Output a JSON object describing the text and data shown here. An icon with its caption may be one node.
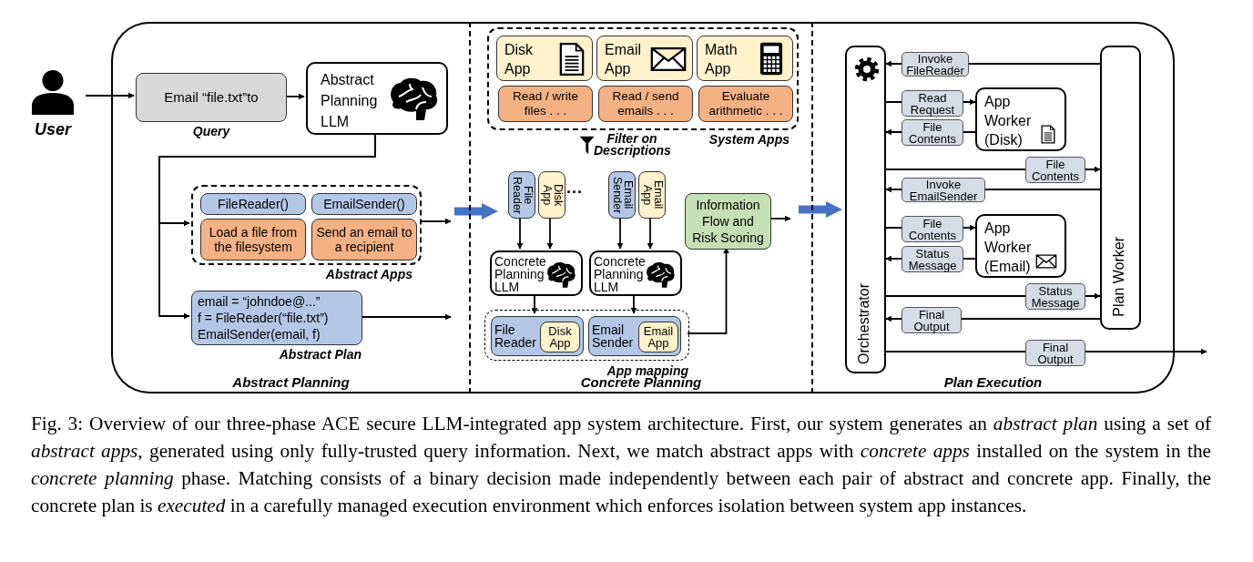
{
  "diagram": {
    "caption": "Fig. 3: Overview of our three-phase ACE secure LLM-integrated app system architecture. First, our system generates an *abstract plan* using a set of *abstract apps*, generated using only fully-trusted query information. Next, we match abstract apps with *concrete apps* installed on the system in the *concrete planning* phase. Matching consists of a binary decision made independently between each pair of abstract and concrete app. Finally, the concrete plan is *executed* in a carefully managed execution environment which enforces isolation between system app instances.",
    "nodes": [
      {
        "text": [
          "User"
        ]
      },
      {
        "text": [
          "Abstract Planning"
        ]
      },
      {
        "text": [
          "Email “file.txt”to"
        ],
        "beside": [
          "Query"
        ],
        "in": 1
      },
      {
        "text": [
          "Abstract Planning LLM"
        ],
        "in": 1
      },
      {
        "text": [
          "Abstract Apps"
        ],
        "in": 1
      },
      {
        "text": [
          "FileReader()"
        ],
        "in": 4
      },
      {
        "text": [
          "EmailSender()"
        ],
        "in": 4
      },
      {
        "text": [
          "Load a file from the filesystem"
        ],
        "in": 4
      },
      {
        "text": [
          "Send an email to a recipient"
        ],
        "in": 4
      },
      {
        "text": [
          "email = “johndoe@...”",
          "f = FileReader(“file.txt”)",
          "EmailSender(email, f)"
        ],
        "beside": [
          "Abstract Plan"
        ],
        "in": 1
      },
      {
        "text": [
          "Concrete Planning"
        ]
      },
      {
        "text": [
          "System Apps"
        ],
        "in": 10
      },
      {
        "text": [
          "Disk App"
        ],
        "in": 11
      },
      {
        "text": [
          "Email App"
        ],
        "in": 11
      },
      {
        "text": [
          "Math App"
        ],
        "in": 11
      },
      {
        "text": [
          "Read / write files . . ."
        ],
        "in": 11
      },
      {
        "text": [
          "Read / send emails . . ."
        ],
        "in": 11
      },
      {
        "text": [
          "Evaluate arithmetic . . ."
        ],
        "in": 11
      },
      {
        "text": [
          "File Reader"
        ],
        "in": 10
      },
      {
        "text": [
          "Disk App"
        ],
        "in": 10
      },
      {
        "text": [
          "Email Sender"
        ],
        "in": 10
      },
      {
        "text": [
          "Email App"
        ],
        "in": 10
      },
      {
        "text": [
          "Concrete Planning LLM"
        ],
        "in": 10
      },
      {
        "text": [
          "Concrete Planning LLM"
        ],
        "in": 10
      },
      {
        "text": [
          "App mapping"
        ],
        "in": 10
      },
      {
        "text": [
          "File Reader"
        ],
        "in": 24
      },
      {
        "text": [
          "Disk App"
        ],
        "in": 25
      },
      {
        "text": [
          "Email Sender"
        ],
        "in": 24
      },
      {
        "text": [
          "Email App"
        ],
        "in": 27
      },
      {
        "text": [
          "Information Flow and Risk Scoring"
        ],
        "in": 10
      },
      {
        "text": [
          "Plan Execution"
        ]
      },
      {
        "text": [
          "Orchestrator"
        ],
        "in": 30
      },
      {
        "text": [
          "Plan Worker"
        ],
        "in": 30
      },
      {
        "text": [
          "App Worker (Disk)"
        ],
        "in": 30
      },
      {
        "text": [
          "App Worker (Email)"
        ],
        "in": 30
      }
    ],
    "edges": [
      {
        "from": 0,
        "to": 2,
        "arrow": "to"
      },
      {
        "from": 2,
        "to": 3,
        "arrow": "to"
      },
      {
        "from": 3,
        "to": 4,
        "arrow": "to"
      },
      {
        "from": 3,
        "to": 9,
        "arrow": "to"
      },
      {
        "from": 4,
        "to": 10,
        "arrow": "to"
      },
      {
        "from": 9,
        "to": 10,
        "arrow": "to"
      },
      {
        "from": 1,
        "to": 10,
        "arrow": "to",
        "style": "thick",
        "color": "#4472c4"
      },
      {
        "from": 18,
        "to": 22,
        "arrow": "to"
      },
      {
        "from": 19,
        "to": 22,
        "arrow": "to"
      },
      {
        "from": 20,
        "to": 23,
        "arrow": "to"
      },
      {
        "from": 21,
        "to": 23,
        "arrow": "to"
      },
      {
        "from": 22,
        "to": 25,
        "arrow": "to"
      },
      {
        "from": 23,
        "to": 27,
        "arrow": "to"
      },
      {
        "from": 24,
        "to": 29,
        "arrow": "to"
      },
      {
        "from": 29,
        "to": null,
        "arrow": "to"
      },
      {
        "from": 10,
        "to": 30,
        "arrow": "to",
        "style": "thick",
        "color": "#4472c4"
      },
      {
        "from": 32,
        "to": 31,
        "arrow": "to",
        "label": "Invoke FileReader"
      },
      {
        "from": 31,
        "to": 33,
        "arrow": "to",
        "label": "Read Request"
      },
      {
        "from": 33,
        "to": 31,
        "arrow": "to",
        "label": "File Contents"
      },
      {
        "from": 31,
        "to": 32,
        "arrow": "to",
        "label": "File Contents"
      },
      {
        "from": 32,
        "to": 31,
        "arrow": "to",
        "label": "Invoke EmailSender"
      },
      {
        "from": 31,
        "to": 34,
        "arrow": "to",
        "label": "File Contents"
      },
      {
        "from": 34,
        "to": 31,
        "arrow": "to",
        "label": "Status Message"
      },
      {
        "from": 31,
        "to": 32,
        "arrow": "to",
        "label": "Status Message"
      },
      {
        "from": 32,
        "to": 31,
        "arrow": "to",
        "label": "Final Output"
      },
      {
        "from": 31,
        "to": null,
        "arrow": "to",
        "label": "Final Output"
      }
    ],
    "labels": [
      "Filter on Descriptions",
      "..."
    ]
  }
}
